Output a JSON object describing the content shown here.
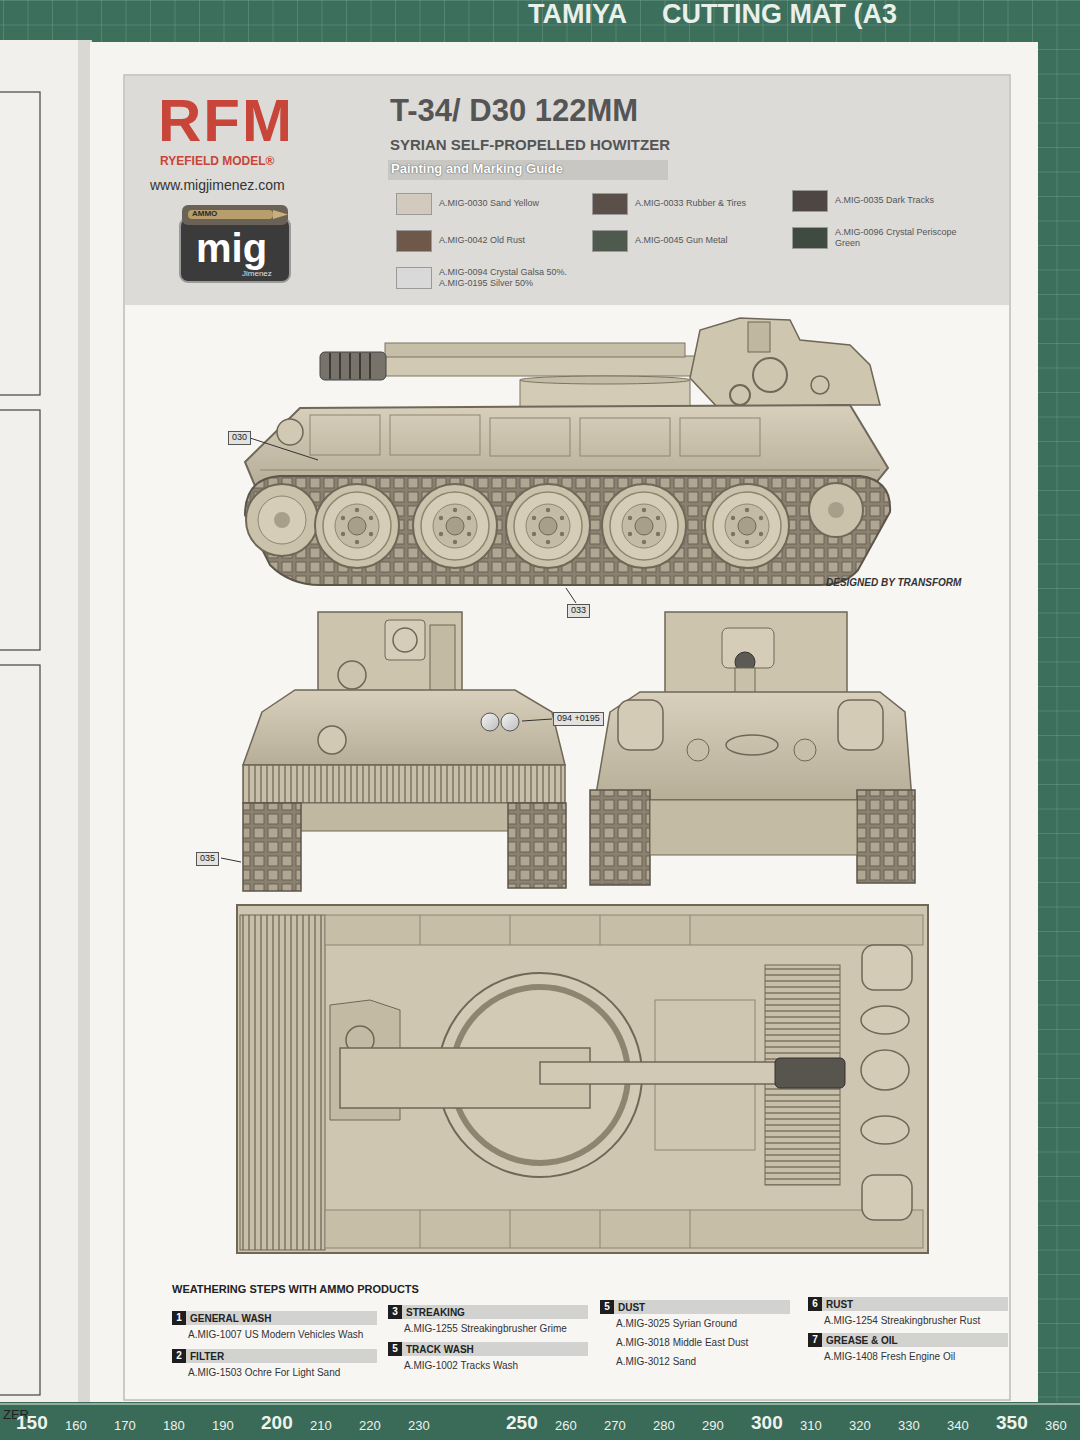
{
  "diagram": {
    "title": "T-34/ D30 122MM",
    "nodes": [
      {
        "text": [
          "1",
          "GENERAL WASH",
          "A.MIG-1007 US Modern Vehicles Wash"
        ]
      },
      {
        "text": [
          "2",
          "FILTER",
          "A.MIG-1503 Ochre For Light Sand"
        ]
      },
      {
        "text": [
          "3",
          "STREAKING",
          "A.MIG-1255 Streakingbrusher Grime"
        ]
      },
      {
        "text": [
          "5",
          "TRACK WASH",
          "A.MIG-1002 Tracks Wash"
        ]
      },
      {
        "text": [
          "5",
          "DUST",
          "A.MIG-3025 Syrian Ground",
          "A.MIG-3018 Middle East Dust",
          "A.MIG-3012 Sand"
        ]
      },
      {
        "text": [
          "6",
          "RUST",
          "A.MIG-1254 Streakingbrusher Rust"
        ]
      },
      {
        "text": [
          "7",
          "GREASE & OIL",
          "A.MIG-1408 Fresh Engine Oil"
        ]
      }
    ],
    "labels": [
      "RFM",
      "RYEFIELD MODEL®",
      "www.migjimenez.com",
      "AMMO",
      "mig",
      "Jimenez",
      "SYRIAN SELF-PROPELLED HOWITZER",
      "Painting and Marking Guide",
      "030",
      "DESIGNED BY TRANSFORM",
      "033",
      "094 +0195",
      "035",
      "WEATHERING STEPS WITH AMMO PRODUCTS",
      "TAMIYA",
      "CUTTING MAT (A3",
      "ZER",
      "150",
      "160",
      "170",
      "180",
      "190",
      "200",
      "210",
      "220",
      "230",
      "250",
      "260",
      "270",
      "280",
      "290",
      "300",
      "310",
      "320",
      "330",
      "340",
      "350",
      "360"
    ],
    "legend": [
      {
        "text": "A.MIG-0030 Sand Yellow",
        "color": "#d2cbbd"
      },
      {
        "text": "A.MIG-0033 Rubber & Tires",
        "color": "#5a4f49"
      },
      {
        "text": "A.MIG-0035 Dark Tracks",
        "color": "#4e4642"
      },
      {
        "text": "A.MIG-0042 Old Rust",
        "color": "#6e5849"
      },
      {
        "text": "A.MIG-0045 Gun Metal",
        "color": "#4f5a4e"
      },
      {
        "text": "A.MIG-0096 Crystal Periscope Green",
        "color": "#3f4a41"
      },
      {
        "text": "A.MIG-0094 Crystal Galsa 50%. A.MIG-0195 Silver 50%",
        "color": "#d9d9d9"
      }
    ]
  }
}
